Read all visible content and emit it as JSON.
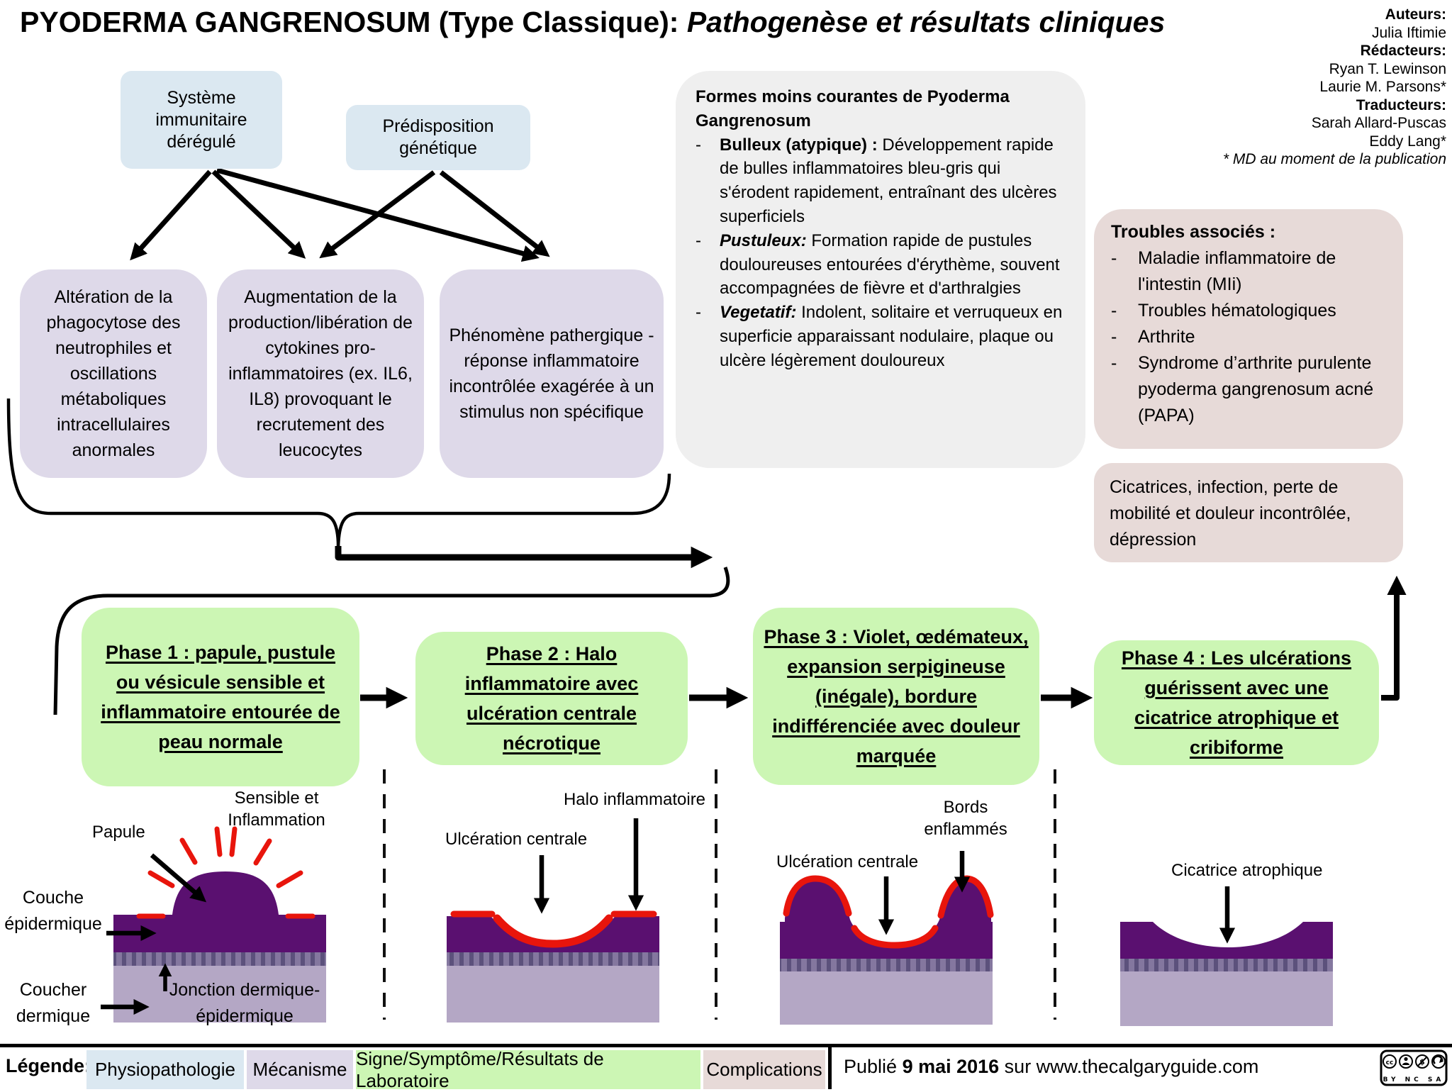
{
  "title": {
    "main": "PYODERMA GANGRENOSUM (Type Classique): ",
    "italic": "Pathogenèse et résultats cliniques"
  },
  "credits": [
    "Auteurs:",
    "Julia Iftimie",
    "Rédacteurs:",
    "Ryan T. Lewinson",
    "Laurie M. Parsons*",
    "Traducteurs:",
    "Sarah Allard-Puscas",
    "Eddy Lang*",
    "* MD au moment de la publication"
  ],
  "causes": {
    "immune": "Système immunitaire dérégulé",
    "genetic": "Prédisposition génétique"
  },
  "mechanisms": [
    "Altération de la phagocytose des neutrophiles et oscillations métaboliques intracellulaires anormales",
    "Augmentation de la production/libération de cytokines pro-inflammatoires (ex. IL6, IL8) provoquant le recrutement des leucocytes",
    "Phénomène pathergique - réponse inflammatoire incontrôlée exagérée à un stimulus non spécifique"
  ],
  "less_common": {
    "title": "Formes moins courantes de Pyoderma Gangrenosum",
    "items": [
      {
        "lead": "Bulleux (atypique) : ",
        "text": "Développement rapide de bulles inflammatoires bleu-gris qui s'érodent rapidement, entraînant des ulcères superficiels"
      },
      {
        "lead": "Pustuleux: ",
        "text": "Formation rapide de pustules douloureuses entourées d'érythème, souvent accompagnées de fièvre et d'arthralgies"
      },
      {
        "lead": "Vegetatif: ",
        "text": "Indolent, solitaire et verruqueux en superficie apparaissant nodulaire, plaque ou ulcère légèrement douloureux"
      }
    ]
  },
  "associated": {
    "title": "Troubles associés :",
    "items": [
      "Maladie inflammatoire de l'intestin (MIi)",
      "Troubles hématologiques",
      "Arthrite",
      "Syndrome d’arthrite purulente pyoderma gangrenosum acné (PAPA)"
    ]
  },
  "complications_box": "Cicatrices, infection, perte de mobilité et douleur incontrôlée, dépression",
  "phases": [
    {
      "label": "Phase 1 : papule, pustule ou vésicule sensible et inflammatoire entourée de peau normale"
    },
    {
      "label": "Phase 2 : Halo inflammatoire avec ulcération centrale nécrotique"
    },
    {
      "label": "Phase 3 : Violet, œdémateux, expansion serpigineuse (inégale), bordure indifférenciée avec douleur marquée"
    },
    {
      "label": "Phase 4 : Les ulcérations guérissent avec une cicatrice atrophique et cribiforme"
    }
  ],
  "panel1": {
    "papule": "Papule",
    "inflammation": "Sensible et Inflammation",
    "epidermis": "Couche épidermique",
    "dermis": "Coucher dermique",
    "junction": "Jonction dermique-épidermique"
  },
  "panel2": {
    "ulceration": "Ulcération centrale",
    "halo": "Halo inflammatoire"
  },
  "panel3": {
    "ulceration": "Ulcération centrale",
    "bords": "Bords enflammés"
  },
  "panel4": {
    "cicatrice": "Cicatrice atrophique"
  },
  "legend": {
    "label": "Légende:",
    "items": [
      {
        "text": "Physiopathologie",
        "color": "#dbe8f1"
      },
      {
        "text": "Mécanisme",
        "color": "#ded9e9"
      },
      {
        "text": "Signe/Symptôme/Résultats de Laboratoire",
        "color": "#ccf6b4"
      },
      {
        "text": "Complications",
        "color": "#e7dad8"
      }
    ]
  },
  "footer": {
    "pre": "Publié ",
    "date": "9 mai 2016",
    "post": " sur www.thecalgaryguide.com",
    "cc": "BY NC SA"
  },
  "colors": {
    "pathophysiology_blue": "#dbe8f1",
    "mechanism_lavender": "#ded9e9",
    "sign_green": "#ccf6b4",
    "complication_pink": "#e7dad8",
    "note_gray": "#efefef",
    "epidermis_purple": "#5a1070",
    "junction_base": "#84779f",
    "junction_tick": "#5c517c",
    "dermis_light": "#b4a7c5",
    "inflammation_red": "#e8150c",
    "line_black": "#000000"
  }
}
